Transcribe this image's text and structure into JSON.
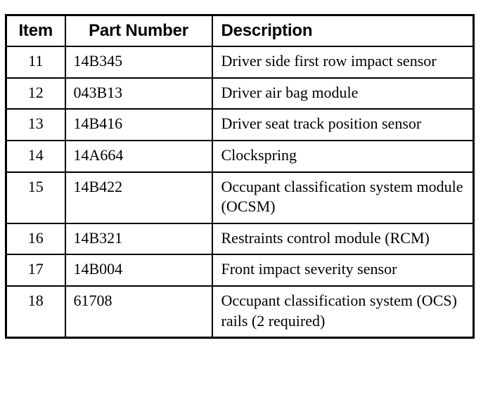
{
  "table": {
    "name": "restraints-parts-list",
    "columns": [
      {
        "key": "item",
        "label": "Item"
      },
      {
        "key": "part_number",
        "label": "Part Number"
      },
      {
        "key": "description",
        "label": "Description"
      }
    ],
    "rows": [
      {
        "item": "11",
        "part_number": "14B345",
        "description": "Driver side first row impact sensor"
      },
      {
        "item": "12",
        "part_number": "043B13",
        "description": "Driver air bag module"
      },
      {
        "item": "13",
        "part_number": "14B416",
        "description": "Driver seat track position sensor"
      },
      {
        "item": "14",
        "part_number": "14A664",
        "description": "Clockspring"
      },
      {
        "item": "15",
        "part_number": "14B422",
        "description": "Occupant classification system module (OCSM)"
      },
      {
        "item": "16",
        "part_number": "14B321",
        "description": "Restraints control module (RCM)"
      },
      {
        "item": "17",
        "part_number": "14B004",
        "description": "Front impact severity sensor"
      },
      {
        "item": "18",
        "part_number": "61708",
        "description": "Occupant classification system (OCS) rails (2 required)"
      }
    ]
  },
  "style": {
    "border_color": "#000000",
    "text_color": "#000000",
    "background": "#ffffff"
  }
}
